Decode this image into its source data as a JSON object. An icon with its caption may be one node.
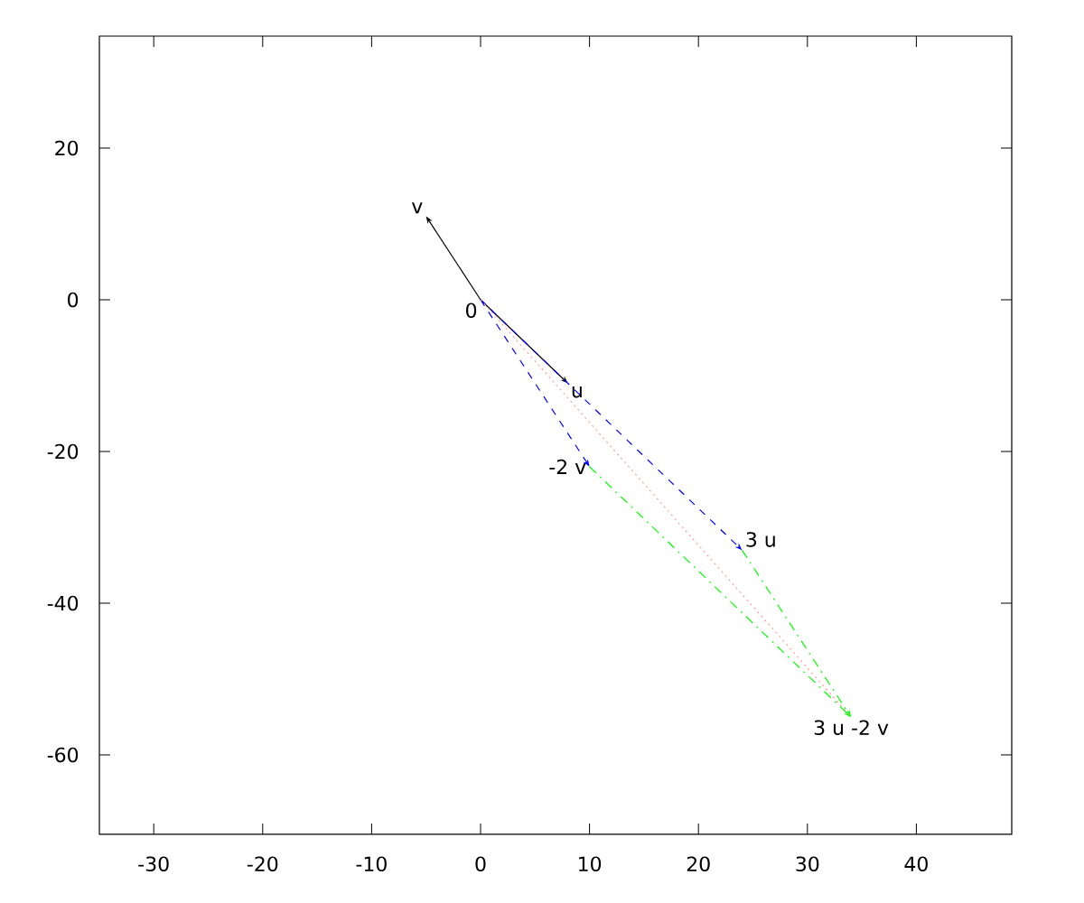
{
  "diagram": {
    "nodes": [
      {
        "text": [
          "0"
        ]
      },
      {
        "text": [
          "v"
        ]
      },
      {
        "text": [
          "u"
        ]
      },
      {
        "text": [
          "-2 v"
        ]
      },
      {
        "text": [
          "3 u"
        ]
      },
      {
        "text": [
          "3 u -2 v"
        ]
      }
    ],
    "edges": [
      {
        "from": 0,
        "to": 1,
        "arrow": "to"
      },
      {
        "from": 0,
        "to": 2,
        "arrow": "to"
      },
      {
        "from": 0,
        "to": 3,
        "arrow": "to",
        "style": "dashed",
        "color": "#0000ff"
      },
      {
        "from": 0,
        "to": 4,
        "arrow": "to",
        "style": "dashed",
        "color": "#0000ff"
      },
      {
        "from": 3,
        "to": 5,
        "arrow": "to",
        "style": "dashed",
        "color": "#00ff00"
      },
      {
        "from": 4,
        "to": 5,
        "arrow": "to",
        "style": "dashed",
        "color": "#00ff00"
      },
      {
        "from": 0,
        "to": 5,
        "arrow": "none",
        "style": "dashed",
        "color": "#ff9999"
      }
    ],
    "labels": [
      "-30",
      "-20",
      "-10",
      "0",
      "10",
      "20",
      "30",
      "40",
      "20",
      "0",
      "-20",
      "-40",
      "-60"
    ]
  }
}
